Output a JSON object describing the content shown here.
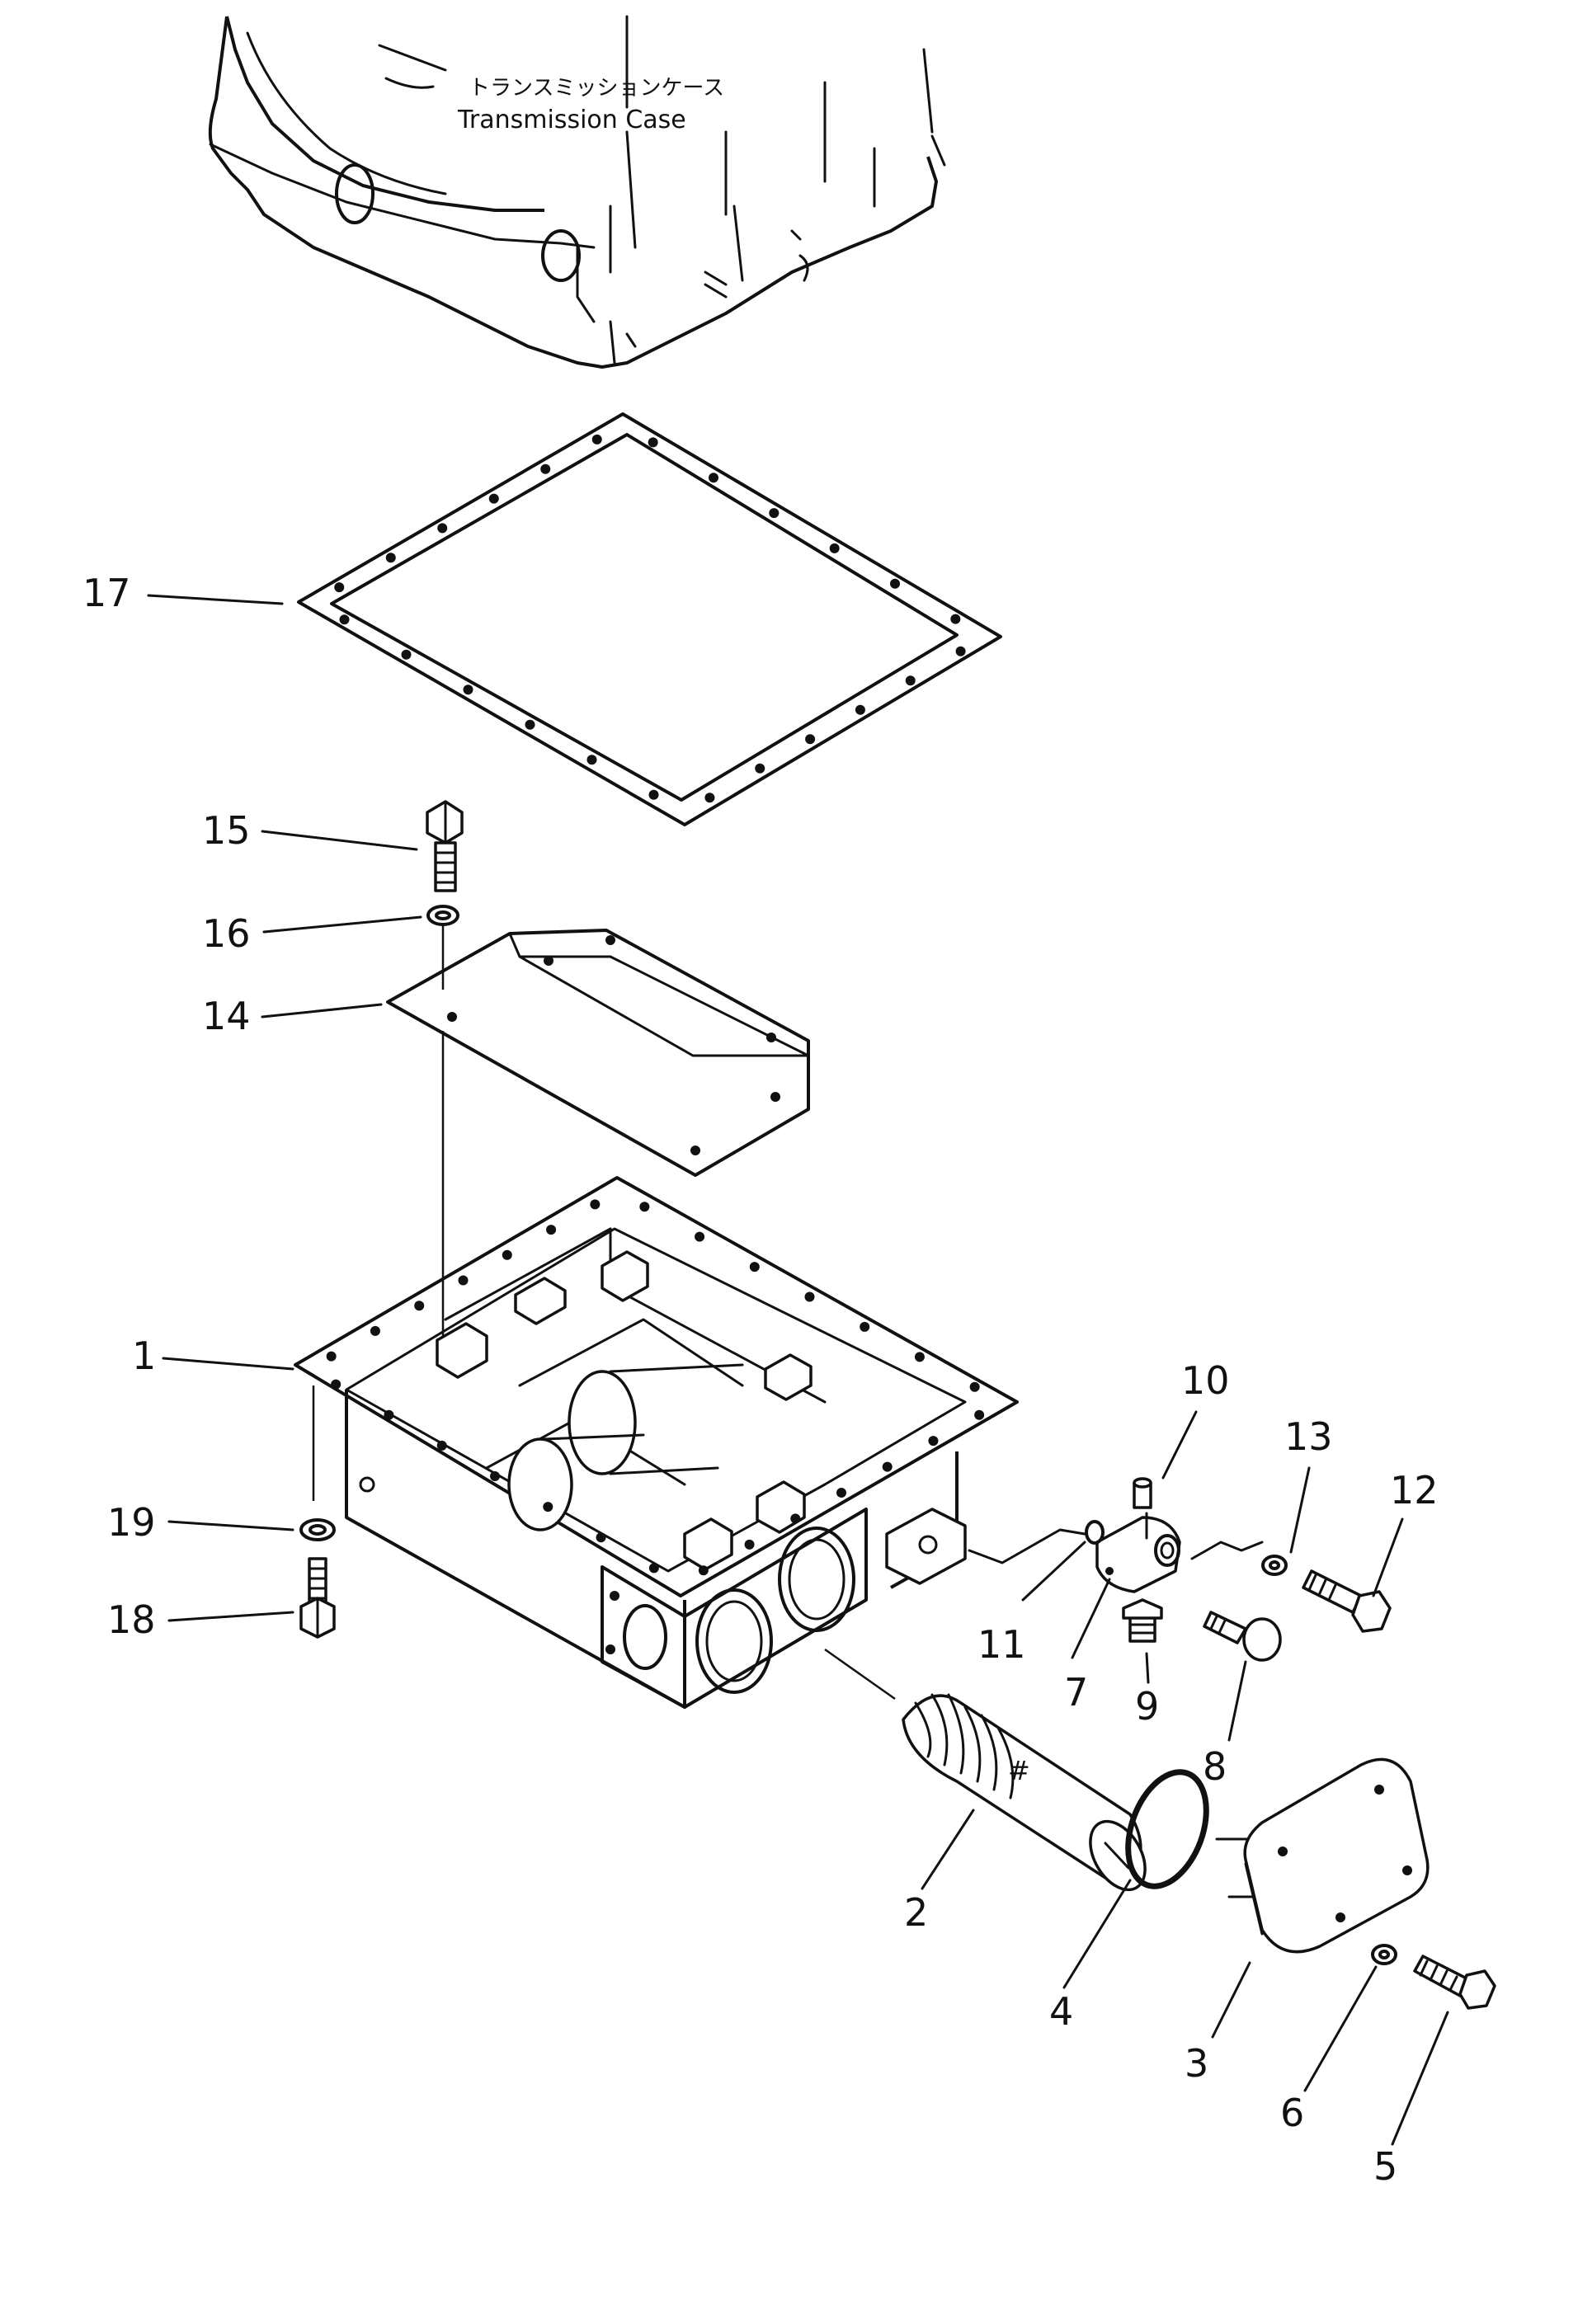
{
  "case_label": {
    "jp": "トランスミッションケース",
    "en": "Transmission Case"
  },
  "callouts": {
    "p1": "1",
    "p2": "2",
    "p3": "3",
    "p4": "4",
    "p5": "5",
    "p6": "6",
    "p7": "7",
    "p8": "8",
    "p9": "9",
    "p10": "10",
    "p11": "11",
    "p12": "12",
    "p13": "13",
    "p14": "14",
    "p15": "15",
    "p16": "16",
    "p17": "17",
    "p18": "18",
    "p19": "19"
  },
  "plug_mark": "#"
}
